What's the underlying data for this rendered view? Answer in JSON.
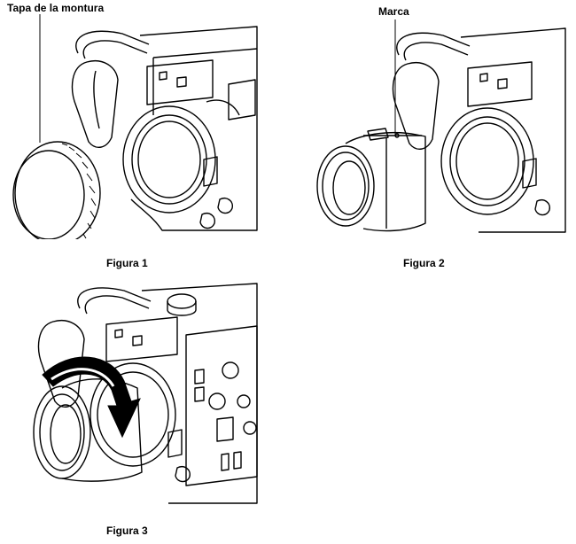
{
  "callouts": {
    "mount_cap": "Tapa de la montura",
    "mark": "Marca"
  },
  "captions": {
    "fig1": "Figura 1",
    "fig2": "Figura 2",
    "fig3": "Figura 3"
  },
  "colors": {
    "line": "#000000",
    "background": "#ffffff",
    "shade": "#d9d9d9"
  }
}
